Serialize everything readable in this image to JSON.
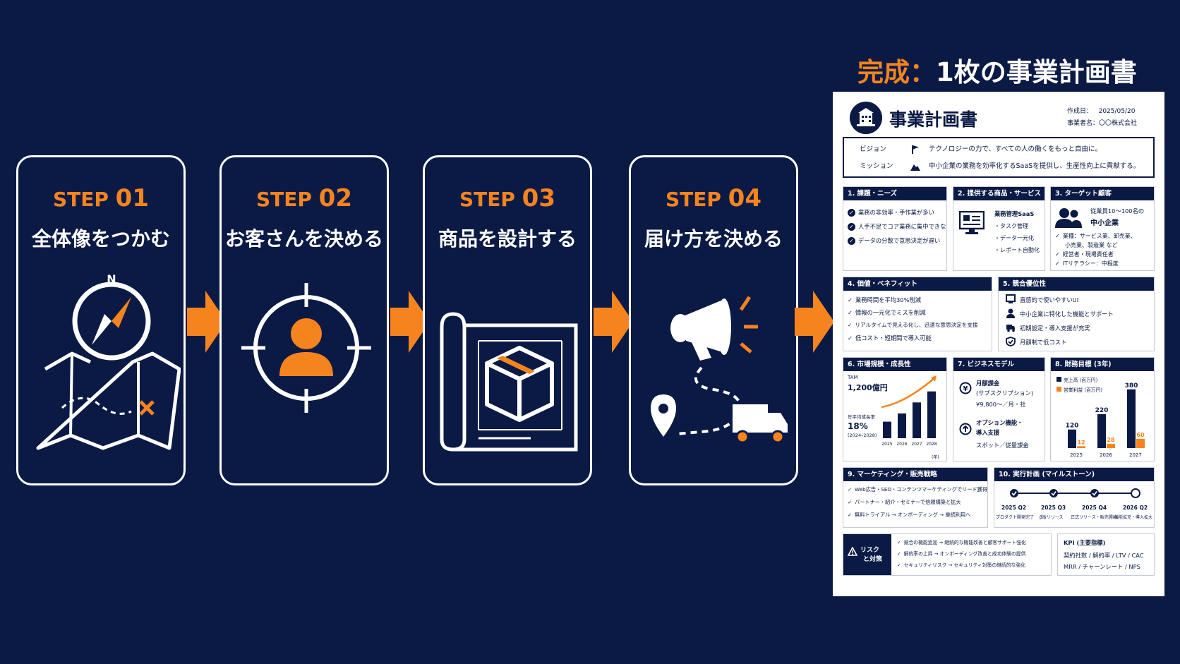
{
  "steps": [
    {
      "label": "STEP",
      "num": "01",
      "title": "全体像をつかむ",
      "icon": "compass-map-icon"
    },
    {
      "label": "STEP",
      "num": "02",
      "title": "お客さんを決める",
      "icon": "target-customer-icon"
    },
    {
      "label": "STEP",
      "num": "03",
      "title": "商品を設計する",
      "icon": "product-blueprint-icon"
    },
    {
      "label": "STEP",
      "num": "04",
      "title": "届け方を決める",
      "icon": "megaphone-delivery-icon"
    }
  ],
  "compass_letter": "N",
  "final": {
    "accent": "完成：",
    "rest": "1枚の事業計画書"
  },
  "doc": {
    "title": "事業計画書",
    "created_label": "作成日：",
    "created": "2025/05/20",
    "company_label": "事業者名：",
    "company": "〇〇株式会社",
    "vision_label": "ビジョン",
    "vision": "テクノロジーの力で、すべての人の働くをもっと自由に。",
    "mission_label": "ミッション",
    "mission": "中小企業の業務を効率化するSaaSを提供し、生産性向上に貢献する。",
    "s1": {
      "title": "1. 課題・ニーズ",
      "items": [
        "業務の非効率・手作業が多い",
        "人手不足でコア業務に集中できない",
        "データの分散で意思決定が遅い"
      ]
    },
    "s2": {
      "title": "2. 提供する商品・サービス",
      "name": "業務管理SaaS",
      "items": [
        "・タスク管理",
        "・データ一元化",
        "・レポート自動化"
      ]
    },
    "s3": {
      "title": "3. ターゲット顧客",
      "main1": "従業員10～100名の",
      "main2": "中小企業",
      "items": [
        "業種：サービス業、卸売業、",
        "小売業、製造業 など",
        "経営者・現場責任者",
        "ITリテラシー：中程度"
      ]
    },
    "s4": {
      "title": "4. 価値・ベネフィット",
      "items": [
        "業務時間を平均30%削減",
        "情報の一元化でミスを削減",
        "リアルタイムで見える化し、迅速な意思決定を支援",
        "低コスト・短期間で導入可能"
      ]
    },
    "s5": {
      "title": "5. 競合優位性",
      "items": [
        "直感的で使いやすいUI",
        "中小企業に特化した機能とサポート",
        "初期設定・導入支援が充実",
        "月額制で低コスト"
      ]
    },
    "s6": {
      "title": "6. 市場規模・成長性",
      "tam_label": "TAM",
      "tam": "1,200億円",
      "cagr_label": "年平均成長率",
      "cagr": "18%",
      "cagr_period": "(2024–2028)",
      "year_unit": "(年)"
    },
    "s7": {
      "title": "7. ビジネスモデル",
      "a1": "月額課金",
      "a2": "(サブスクリプション)",
      "a3": "¥9,800～／月・社",
      "b1": "オプション機能・",
      "b2": "導入支援",
      "b3": "スポット／従量課金"
    },
    "s8": {
      "title": "8. 財務目標 (3年)",
      "legend_sales": "売上高 (百万円)",
      "legend_profit": "営業利益 (百万円)"
    },
    "s9": {
      "title": "9. マーケティング・販売戦略",
      "items": [
        "Web広告・SEO・コンテンツマーケティングでリード獲得",
        "パートナー・紹介・セミナーで信頼構築と拡大",
        "無料トライアル → オンボーディング → 継続利用へ"
      ]
    },
    "s10": {
      "title": "10. 実行計画 (マイルストーン)",
      "milestones": [
        {
          "q": "2025 Q2",
          "d": "プロダクト開発完了"
        },
        {
          "q": "2025 Q3",
          "d": "β版リリース"
        },
        {
          "q": "2025 Q4",
          "d": "正式リリース・販売開始"
        },
        {
          "q": "2026 Q2",
          "d": "機能拡充・導入拡大"
        }
      ]
    },
    "risk": {
      "title1": "リスク",
      "title2": "と対策",
      "items": [
        "競合の機能追加 → 継続的な機能改善と顧客サポート強化",
        "解約率の上昇 → オンボーディング改善と成功体験の提供",
        "セキュリティリスク → セキュリティ対策の継続的な強化"
      ]
    },
    "kpi": {
      "title": "KPI (主要指標)",
      "l1": "契約社数 / 解約率 / LTV / CAC",
      "l2": "MRR / チャーンレート / NPS"
    }
  },
  "chart_data": [
    {
      "type": "bar",
      "categories": [
        "2025",
        "2026",
        "2027",
        "2028"
      ],
      "values": [
        30,
        45,
        65,
        85
      ],
      "ylim": [
        0,
        100
      ]
    },
    {
      "type": "bar",
      "categories": [
        "2025",
        "2026",
        "2027"
      ],
      "series": [
        {
          "name": "売上高 (百万円)",
          "values": [
            120,
            220,
            380
          ]
        },
        {
          "name": "営業利益 (百万円)",
          "values": [
            12,
            28,
            60
          ]
        }
      ],
      "ylim": [
        0,
        420
      ]
    }
  ],
  "colors": {
    "navy": "#0b1a45",
    "orange": "#f5841f",
    "white": "#ffffff"
  }
}
